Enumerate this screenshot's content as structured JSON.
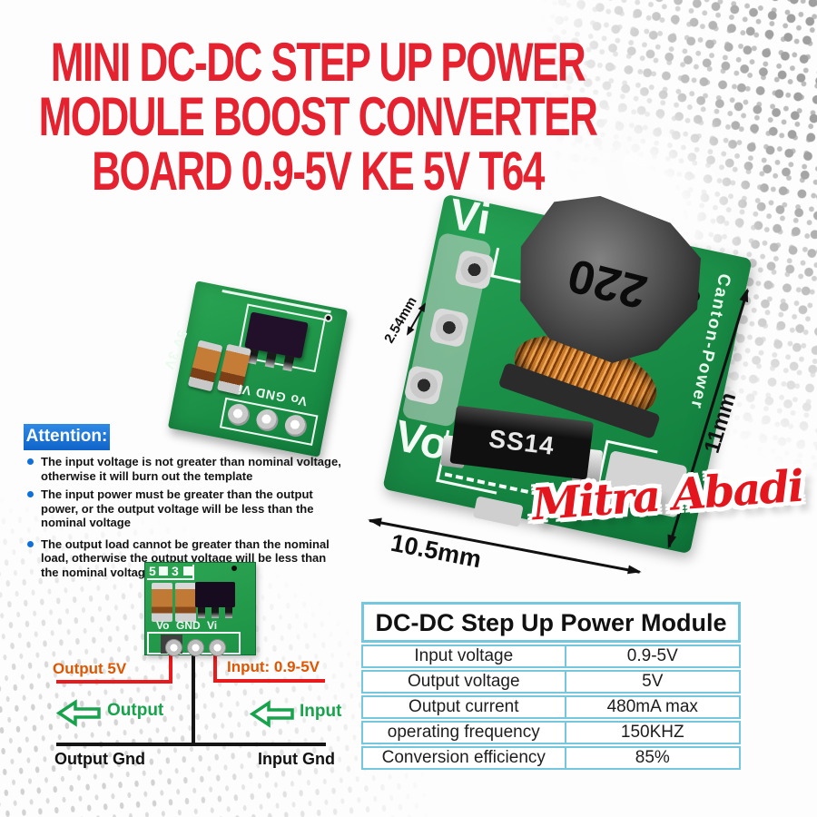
{
  "title": {
    "lines": [
      "MINI DC-DC STEP UP POWER",
      "MODULE BOOST CONVERTER",
      "BOARD 0.9-5V KE 5V T64"
    ]
  },
  "attention": {
    "heading": "Attention:",
    "items": [
      "The input voltage is not greater than nominal voltage, otherwise it will burn out the template",
      "The input power must be greater than the output power, or the output voltage will be less than the nominal voltage",
      "The output load cannot be greater than the nominal load, otherwise the output voltage will be less than the nominal voltage"
    ]
  },
  "photo": {
    "big_board": {
      "vi_marking": "Vi",
      "vo_marking": "Vo",
      "edge_marking": "Canton-Power",
      "inductor_marking": "220",
      "diode_marking": "SS14"
    },
    "small_board": {
      "pad_marking": "5V 3V",
      "pin_labels": "Vo GND Vi"
    }
  },
  "dimensions": {
    "pin_pitch": "2.54mm",
    "board_height": "11mm",
    "board_width": "10.5mm"
  },
  "brand": {
    "name": "Mitra Abadi"
  },
  "pinout": {
    "board": {
      "pad5": "5",
      "pad3": "3",
      "pin_vo": "Vo",
      "pin_gnd": "GND",
      "pin_vi": "Vi"
    },
    "output_voltage_label": "Output 5V",
    "input_voltage_label": "Input: 0.9-5V",
    "output_arrow_label": "Output",
    "input_arrow_label": "Input",
    "output_gnd_label": "Output Gnd",
    "input_gnd_label": "Input Gnd"
  },
  "spec_table": {
    "title": "DC-DC Step Up Power Module",
    "rows": [
      {
        "label": "Input voltage",
        "value": "0.9-5V"
      },
      {
        "label": "Output voltage",
        "value": "5V"
      },
      {
        "label": "Output current",
        "value": "480mA max"
      },
      {
        "label": "operating frequency",
        "value": "150KHZ"
      },
      {
        "label": "Conversion efficiency",
        "value": "85%"
      }
    ]
  },
  "colors": {
    "accent_red": "#e52330",
    "attention_blue": "#1478dc",
    "table_border": "#74c7dc",
    "pcb_green": "#1f9e4f",
    "wire_red": "#e81a1c",
    "label_orange": "#e05600",
    "arrow_green": "#17a24c"
  }
}
